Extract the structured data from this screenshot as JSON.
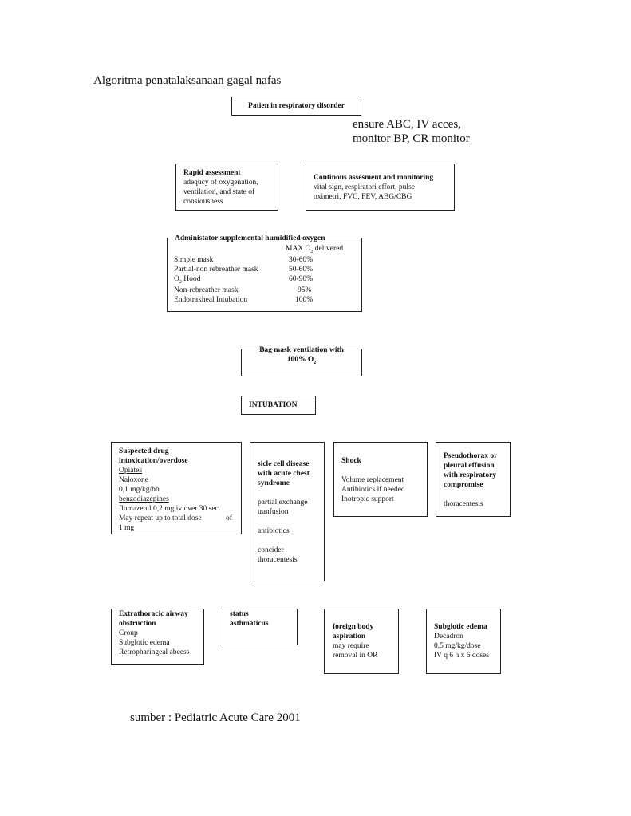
{
  "title": "Algoritma penatalaksanaan gagal nafas",
  "patient_box": "Patien in respiratory disorder",
  "ensure_note": [
    "ensure ABC, IV acces,",
    "monitor BP, CR monitor"
  ],
  "rapid": {
    "heading": "Rapid assessment",
    "lines": [
      "adequcy of oxygenation,",
      "ventilation, and state of",
      "consiousness"
    ]
  },
  "continous": {
    "heading": "Continous assesment and monitoring",
    "lines": [
      "vital sign, respiratori effort, pulse",
      "oximetri, FVC, FEV, ABG/CBG"
    ]
  },
  "oxygen": {
    "heading": "Administator supplemental humidified oxygen",
    "col_header_pre": "MAX O",
    "col_header_sub": "2",
    "col_header_post": " delivered",
    "rows": [
      {
        "pre": "Simple mask",
        "sub": "",
        "post": "",
        "value": "30-60%"
      },
      {
        "pre": "Partial-non rebreather mask",
        "sub": "",
        "post": "",
        "value": "50-60%"
      },
      {
        "pre": "O",
        "sub": "2",
        "post": " Hood",
        "value": "60-90%"
      },
      {
        "pre": "Non-rebreather mask",
        "sub": "",
        "post": "",
        "value": "95%"
      },
      {
        "pre": "Endotrakheal Intubation",
        "sub": "",
        "post": "",
        "value": "100%"
      }
    ]
  },
  "bag": {
    "line1": "Bag mask ventilation with",
    "line2_pre": "100% O",
    "line2_sub": "2"
  },
  "intubation": "INTUBATION",
  "drug": {
    "heading1": "Suspected drug",
    "heading2": "intoxication/overdose",
    "opiates": "Opiates",
    "naloxone": "Naloxone",
    "dose1": "0,1 mg/kg/bb",
    "benzo": "benzodiazepines",
    "flumazenil": "flumazenil 0,2 mg iv over 30 sec.",
    "repeat": "May repeat up to total dose",
    "of": "of",
    "total": "1 mg"
  },
  "sicle": {
    "heading": [
      "sicle cell disease",
      "with acute chest",
      "syndrome"
    ],
    "lines": [
      "partial exchange",
      "tranfusion",
      "",
      "antibiotics",
      "",
      "concider",
      "thoracentesis"
    ]
  },
  "shock": {
    "heading": "Shock",
    "lines": [
      "Volume replacement",
      "Antibiotics if needed",
      "Inotropic support"
    ]
  },
  "pseudo": {
    "heading": [
      "Pseudothorax or",
      "pleural effusion",
      "with respiratory",
      "compromise"
    ],
    "lines": [
      "thoracentesis"
    ]
  },
  "extra": {
    "heading": [
      "Extrathoracic airway",
      "obstruction"
    ],
    "lines": [
      "Croup",
      "Subglotic edema",
      "Retropharingeal abcess"
    ]
  },
  "status": {
    "heading": [
      "status",
      "asthmaticus"
    ]
  },
  "foreign": {
    "heading": [
      "foreign body",
      "aspiration"
    ],
    "lines": [
      "may require",
      "removal in OR"
    ]
  },
  "subglotic": {
    "heading": "Subglotic edema",
    "lines": [
      "Decadron",
      "0,5 mg/kg/dose",
      "IV q 6 h x 6 doses"
    ]
  },
  "source": "sumber : Pediatric Acute Care 2001"
}
